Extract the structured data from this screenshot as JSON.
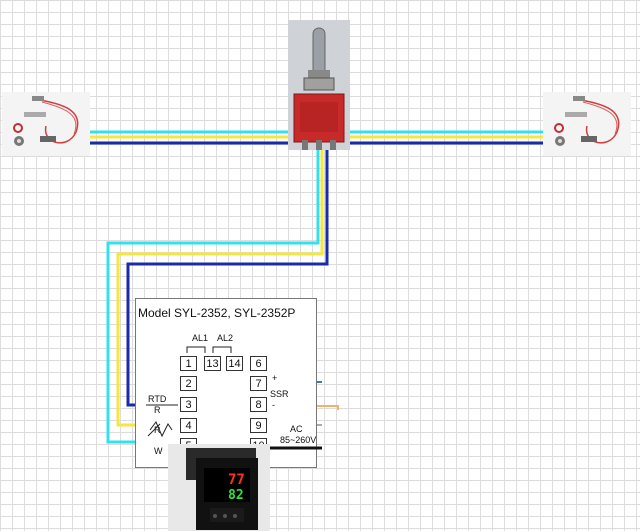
{
  "diagram": {
    "model_title": "Model SYL-2352, SYL-2352P",
    "alarm_labels": {
      "al1": "AL1",
      "al2": "AL2"
    },
    "terminals": {
      "t1": "1",
      "t2": "2",
      "t3": "3",
      "t4": "4",
      "t5": "5",
      "t6": "6",
      "t7": "7",
      "t8": "8",
      "t9": "9",
      "t10": "10",
      "t13": "13",
      "t14": "14"
    },
    "labels": {
      "rtd": "RTD",
      "r1": "R",
      "r2": "R",
      "w": "W",
      "ssr": "SSR",
      "ssr_plus": "+",
      "ssr_minus": "-",
      "ac": "AC",
      "ac_range": "85~260V"
    },
    "controller_display": {
      "pv": "77",
      "sv": "82"
    },
    "colors": {
      "wire_cyan": "#33e0f0",
      "wire_yellow": "#f5e640",
      "wire_blue": "#1a2aa8",
      "ssr_plus_wire": "#4477aa",
      "ssr_minus_wire": "#f0b070",
      "ac_wire_grey": "#aaaaaa",
      "ac_wire_black": "#111111",
      "display_red": "#ff3020",
      "display_green": "#30e040"
    }
  }
}
